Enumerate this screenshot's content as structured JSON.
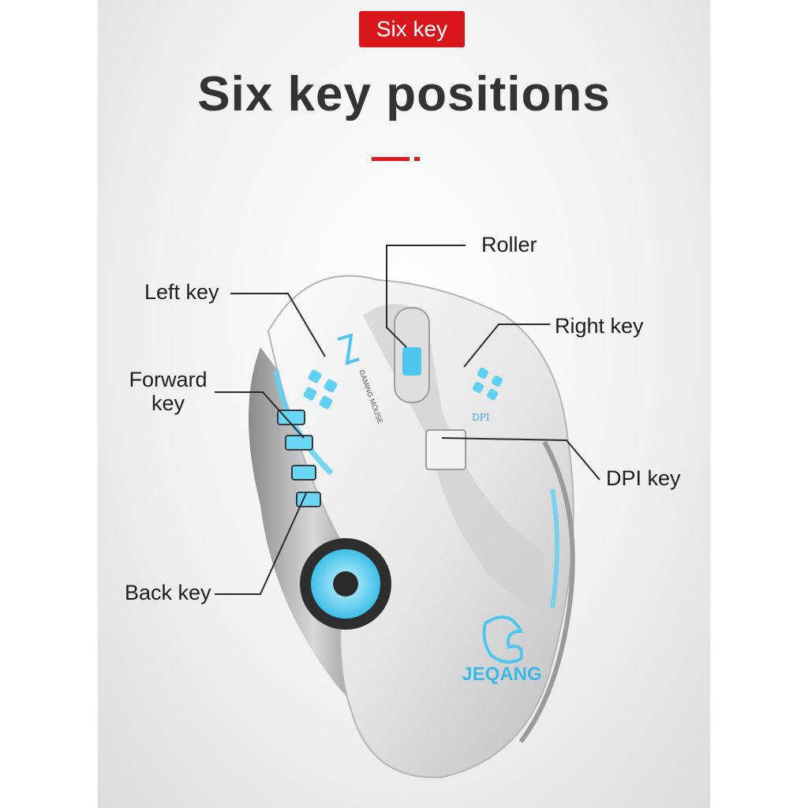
{
  "badge": {
    "text": "Six key"
  },
  "title": "Six key positions",
  "labels": {
    "roller": "Roller",
    "left_key": "Left key",
    "right_key": "Right key",
    "forward_key": "Forward key",
    "dpi_key": "DPI key",
    "back_key": "Back key"
  },
  "mouse": {
    "brand": "JEQANG",
    "body_print": "GAMING MOUSE",
    "dpi_print": "DPI"
  },
  "colors": {
    "accent_red": "#d9161b",
    "led_blue": "#5fd0f2",
    "title_gray": "#333333"
  }
}
